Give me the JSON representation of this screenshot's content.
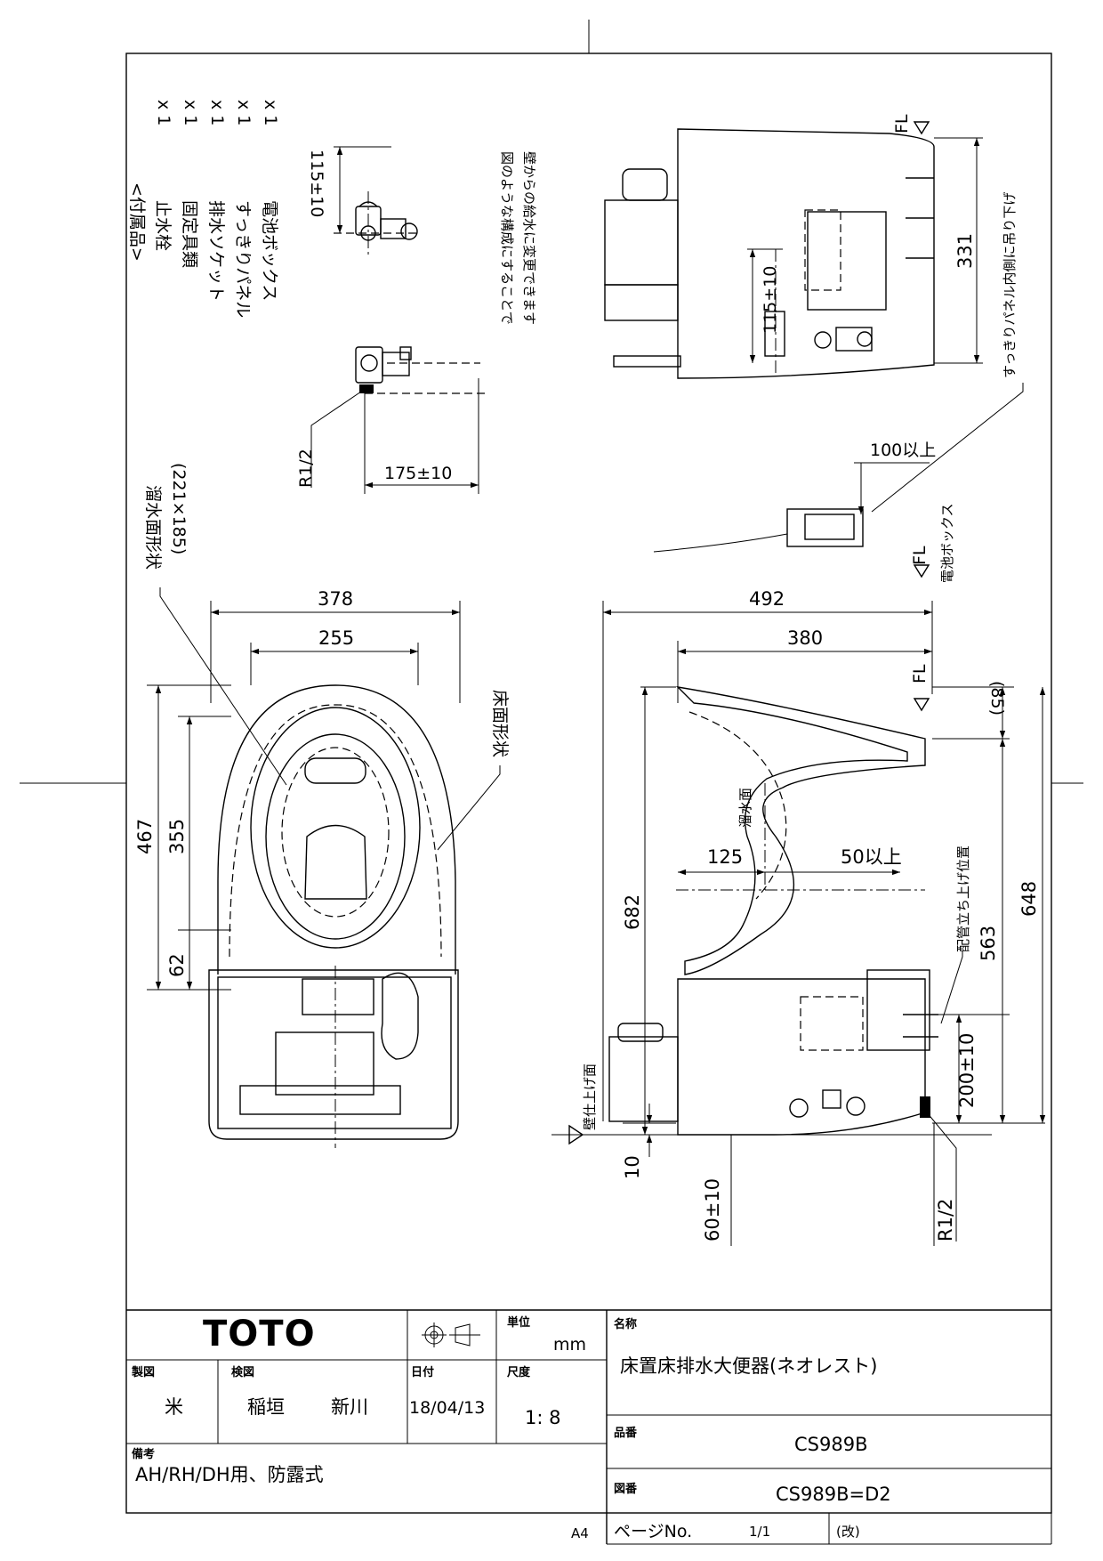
{
  "accessories": {
    "heading": "<付属品>",
    "items": [
      {
        "name": "止水栓",
        "qty": "x 1"
      },
      {
        "name": "固定具類",
        "qty": "x 1"
      },
      {
        "name": "排水ソケット",
        "qty": "x 1"
      },
      {
        "name": "すっきりパネル",
        "qty": "x 1"
      },
      {
        "name": "電池ボックス",
        "qty": "x 1"
      }
    ]
  },
  "notes": {
    "wall_supply_line1": "図のような構成にすることで",
    "wall_supply_line2": "壁からの給水に変更できます",
    "water_surface_shape": "溜水面形状",
    "water_surface_size": "(221×185)",
    "floor_shape": "床面形状",
    "panel_hang": "すっきりパネル内側に吊り下げ",
    "battery_box": "電池ボックス",
    "pipe_rise": "配管立ち上げ位置",
    "water_surface": "溜水面",
    "wall_finish": "壁仕上げ面",
    "fl": "FL"
  },
  "dimensions": {
    "d115_a": "115±10",
    "d115_b": "115±10",
    "d175": "175±10",
    "d331": "331",
    "d100": "100以上",
    "r12_a": "R1/2",
    "r12_b": "R1/2",
    "d378": "378",
    "d255": "255",
    "d467": "467",
    "d355": "355",
    "d62": "62",
    "d492": "492",
    "d380": "380",
    "d85": "(85)",
    "d682": "682",
    "d648": "648",
    "d563": "563",
    "d125": "125",
    "d50": "50以上",
    "d200": "200±10",
    "d10": "10",
    "d60": "60±10"
  },
  "title_block": {
    "logo": "TOTO",
    "unit_label": "単位",
    "unit": "mm",
    "name_label": "名称",
    "name": "床置床排水大便器(ネオレスト)",
    "drafter_label": "製図",
    "drafter": "米",
    "checker_label": "検図",
    "checker1": "稲垣",
    "checker2": "新川",
    "date_label": "日付",
    "date": "18/04/13",
    "scale_label": "尺度",
    "scale": "1: 8",
    "part_label": "品番",
    "part": "CS989B",
    "remarks_label": "備考",
    "remarks": "AH/RH/DH用、防露式",
    "drawing_label": "図番",
    "drawing_no": "CS989B=D2",
    "paper": "A4",
    "page_label": "ページNo.",
    "page": "1/1",
    "rev": "(改)"
  }
}
